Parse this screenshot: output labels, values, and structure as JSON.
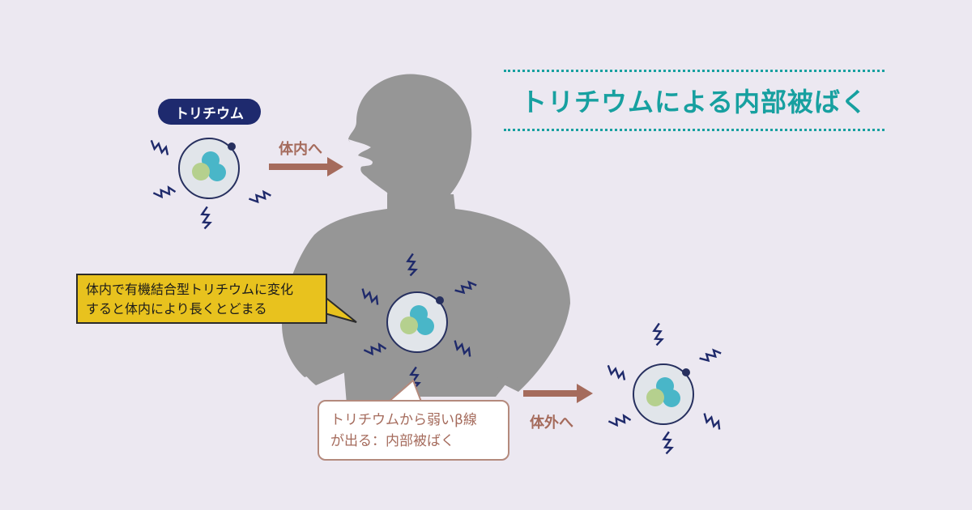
{
  "title": "トリチウムによる内部被ばく",
  "tritium_label": "トリチウム",
  "arrow_in_label": "体内へ",
  "arrow_out_label": "体外へ",
  "callout_yellow": {
    "line1": "体内で有機結合型トリチウムに変化",
    "line2": "すると体内により長くとどまる"
  },
  "callout_brown": {
    "line1": "トリチウムから弱いβ線",
    "line2": "が出る：内部被ばく"
  },
  "colors": {
    "background": "#ece8f1",
    "title_teal": "#17a0a0",
    "pill_navy": "#1e2a6e",
    "arrow_brown": "#a56b5c",
    "silhouette_gray": "#969696",
    "proton_teal": "#49b6c8",
    "neutron_green": "#b5d08e",
    "callout_yellow": "#e8c21e",
    "zigzag_navy": "#1f2a6b"
  },
  "icons": [
    "human-silhouette",
    "tritium-atom-icon",
    "radiation-zigzag-icon",
    "right-arrow-icon"
  ]
}
